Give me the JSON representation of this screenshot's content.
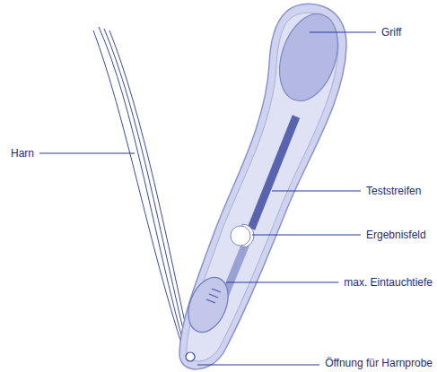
{
  "diagram": {
    "labels": [
      "Harn",
      "Griff",
      "Teststreifen",
      "Ergebnisfeld",
      "max. Eintauchtiefe",
      "Öffnung für Harnprobe"
    ]
  }
}
